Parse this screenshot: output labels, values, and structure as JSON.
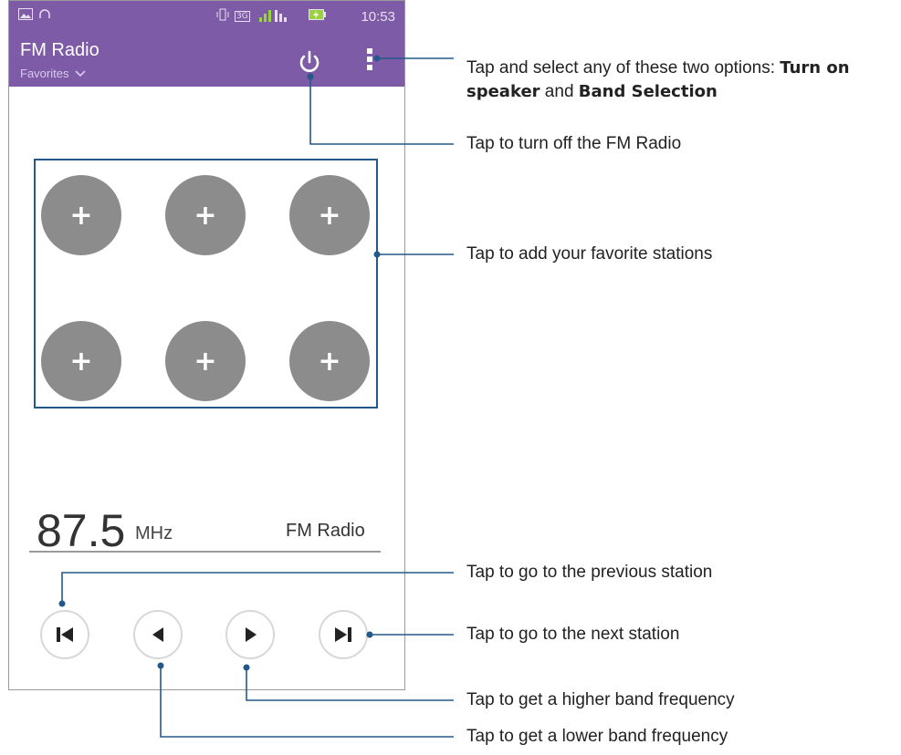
{
  "status_bar": {
    "time": "10:53",
    "network": "3G",
    "icons": [
      "image-icon",
      "headset-icon",
      "vibrate-icon",
      "3g-icon",
      "signal-icon",
      "battery-charging-icon"
    ]
  },
  "app_bar": {
    "title": "FM Radio",
    "subtitle": "Favorites",
    "subtitle_icon": "chevron-down-icon",
    "power_icon": "power-icon",
    "menu_icon": "overflow-menu-icon"
  },
  "favorites": {
    "slots": [
      "+",
      "+",
      "+",
      "+",
      "+",
      "+"
    ]
  },
  "tuner": {
    "frequency": "87.5",
    "unit": "MHz",
    "source_label": "FM Radio"
  },
  "controls": {
    "previous_station": "skip-previous-icon",
    "lower_frequency": "step-back-icon",
    "higher_frequency": "step-forward-icon",
    "next_station": "skip-next-icon"
  },
  "annotations": {
    "menu_prefix": "Tap and select any of these two options: ",
    "menu_option_1": "Turn on",
    "menu_line2_option": "speaker",
    "menu_and": " and ",
    "menu_option_2": "Band Selection",
    "power": "Tap to turn off the FM Radio",
    "favorites": "Tap to add your favorite stations",
    "previous": "Tap to go to the previous station",
    "next": "Tap to go to the next station",
    "higher": "Tap to get a higher band frequency",
    "lower": "Tap to get a lower band frequency"
  },
  "colors": {
    "header": "#7d5ba6",
    "favorite_button": "#8c8c8c",
    "callout_line": "#23588a"
  }
}
